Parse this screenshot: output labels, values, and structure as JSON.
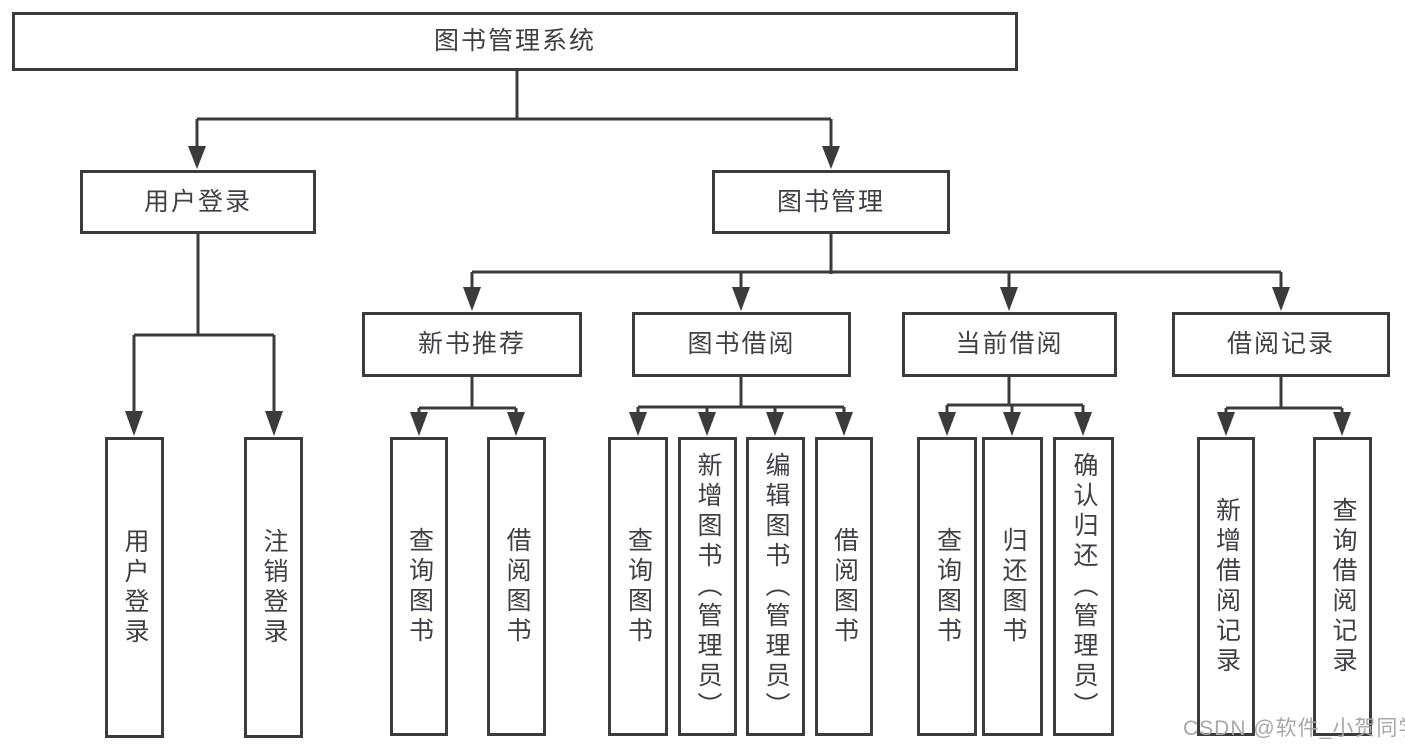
{
  "tree": {
    "root": {
      "label": "图书管理系统"
    },
    "branches": [
      {
        "label": "用户登录",
        "children": [
          {
            "label": "用户登录"
          },
          {
            "label": "注销登录"
          }
        ]
      },
      {
        "label": "图书管理",
        "children": [
          {
            "label": "新书推荐",
            "children": [
              {
                "label": "查询图书"
              },
              {
                "label": "借阅图书"
              }
            ]
          },
          {
            "label": "图书借阅",
            "children": [
              {
                "label": "查询图书"
              },
              {
                "label": "新增图书（管理员）"
              },
              {
                "label": "编辑图书（管理员）"
              },
              {
                "label": "借阅图书"
              }
            ]
          },
          {
            "label": "当前借阅",
            "children": [
              {
                "label": "查询图书"
              },
              {
                "label": "归还图书"
              },
              {
                "label": "确认归还（管理员）"
              }
            ]
          },
          {
            "label": "借阅记录",
            "children": [
              {
                "label": "新增借阅记录"
              },
              {
                "label": "查询借阅记录"
              }
            ]
          }
        ]
      }
    ]
  },
  "watermark": {
    "text": "CSDN @软件_小贺同学"
  },
  "colors": {
    "line": "#3b3b3b",
    "text": "#3f3f46",
    "background": "#ffffff",
    "watermark": "#a8a8a8"
  }
}
